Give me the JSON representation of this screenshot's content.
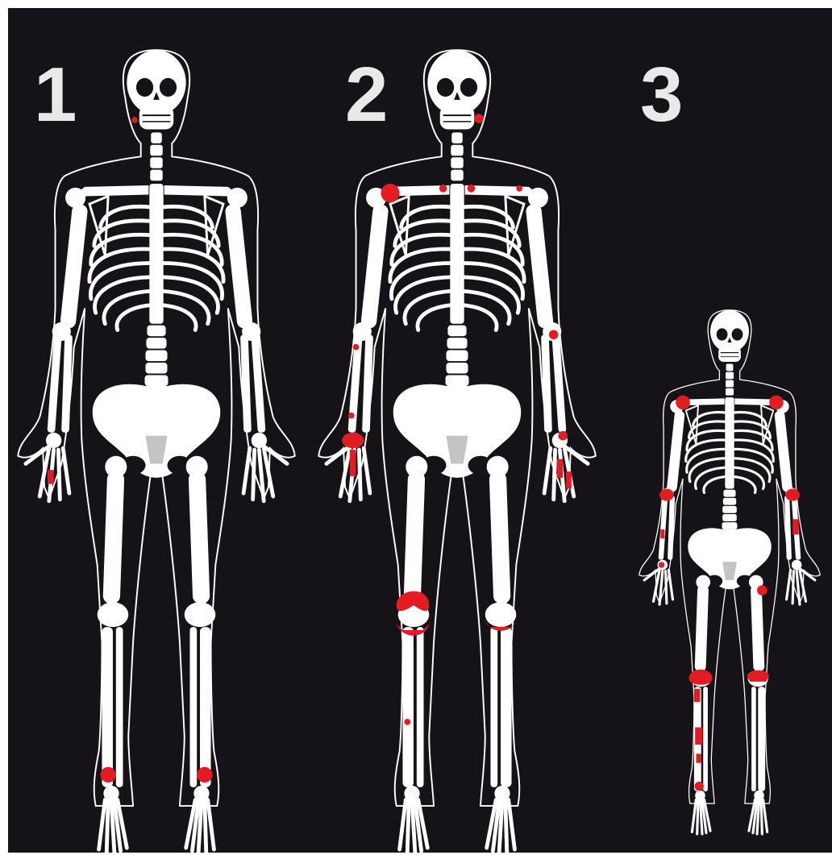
{
  "figures": [
    {
      "label": "1"
    },
    {
      "label": "2"
    },
    {
      "label": "3"
    }
  ],
  "colors": {
    "background": "#151317",
    "frame": "#ffffff",
    "bone": "#ffffff",
    "outline": "#ffffff",
    "lesion": "#e31b23",
    "number": "#e9e9e9"
  },
  "icons": [
    "skeleton-adult-icon",
    "skeleton-child-icon"
  ]
}
